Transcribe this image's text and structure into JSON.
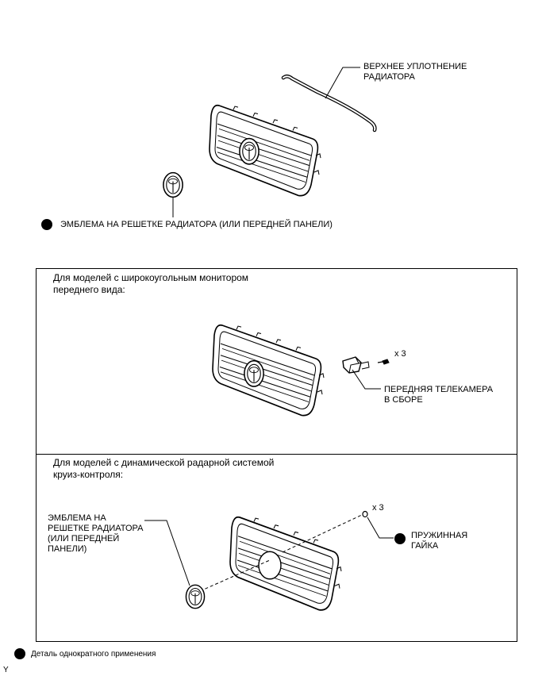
{
  "top": {
    "seal_label": "ВЕРХНЕЕ УПЛОТНЕНИЕ\nРАДИАТОРА",
    "emblem_label": "ЭМБЛЕМА НА РЕШЕТКЕ РАДИАТОРА (ИЛИ ПЕРЕДНЕЙ ПАНЕЛИ)"
  },
  "section_camera": {
    "title": "Для моделей с широкоугольным монитором\nпереднего вида:",
    "qty": "x 3",
    "camera_label": "ПЕРЕДНЯЯ ТЕЛЕКАМЕРА\nВ СБОРЕ"
  },
  "section_radar": {
    "title": "Для моделей с динамической радарной системой\nкруиз-контроля:",
    "qty": "x 3",
    "emblem_label": "ЭМБЛЕМА НА\nРЕШЕТКЕ РАДИАТОРА\n(ИЛИ ПЕРЕДНЕЙ\nПАНЕЛИ)",
    "nut_label": "ПРУЖИННАЯ\nГАЙКА"
  },
  "legend": {
    "label": "Деталь однократного применения"
  },
  "corner_mark": "Y"
}
